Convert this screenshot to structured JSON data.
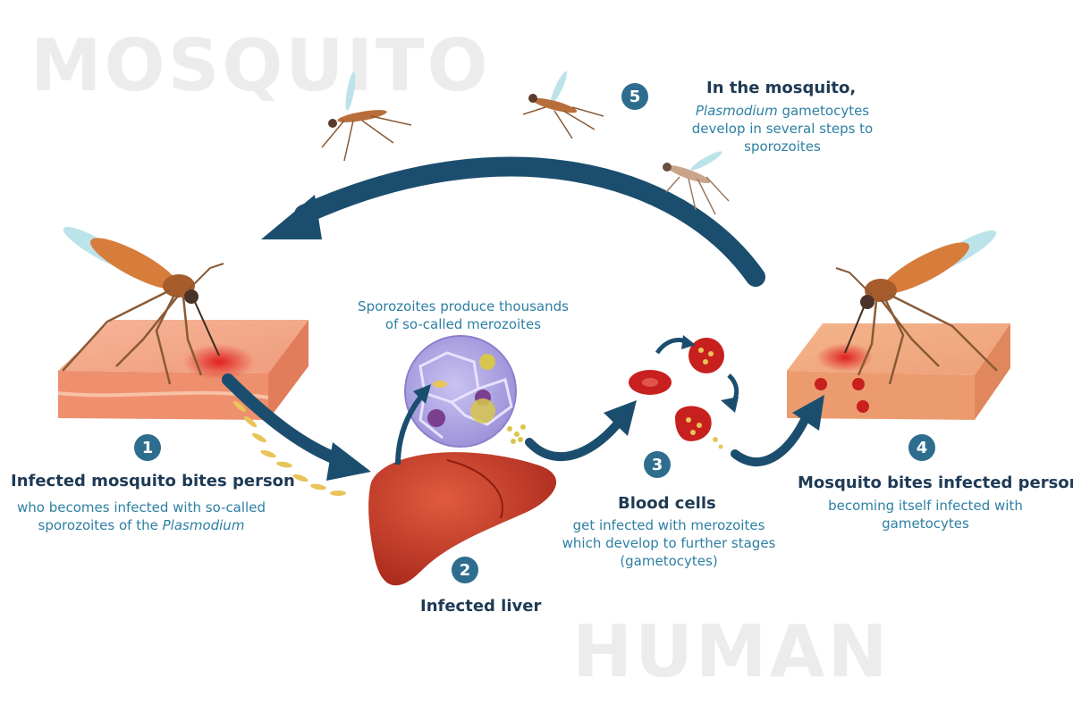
{
  "watermarks": {
    "top": "MOSQUITO",
    "bottom": "HUMAN"
  },
  "steps": [
    {
      "number": "1",
      "title": "Infected mosquito bites person",
      "line1": "who becomes infected with so-called",
      "line2_prefix": "sporozoites of the ",
      "line2_italic": "Plasmodium"
    },
    {
      "number": "2",
      "title": "Infected liver",
      "note_line1": "Sporozoites produce thousands",
      "note_line2": "of so-called merozoites"
    },
    {
      "number": "3",
      "title": "Blood cells",
      "line1": "get infected with merozoites",
      "line2": "which develop to further stages",
      "line3": "(gametocytes)"
    },
    {
      "number": "4",
      "title": "Mosquito bites infected person",
      "line1": "becoming itself infected with",
      "line2": "gametocytes"
    },
    {
      "number": "5",
      "title": "In the mosquito,",
      "line1_italic": "Plasmodium",
      "line1_rest": " gametocytes",
      "line2": "develop in several steps to",
      "line3": "sporozoites"
    }
  ],
  "colors": {
    "arrow": "#1b4e6e",
    "badge": "#2f6d8f",
    "title": "#1e3a55",
    "desc": "#2d7fa3",
    "skin": "#f0a585",
    "liver": "#c0392b",
    "blood_cell": "#c8201e",
    "watermark": "#ececec"
  }
}
